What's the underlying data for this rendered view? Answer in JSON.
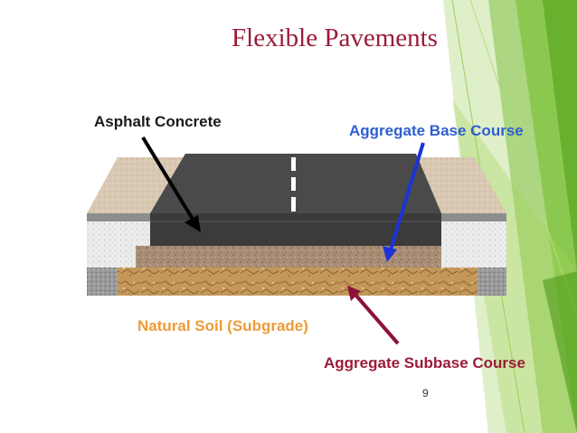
{
  "slide": {
    "title": "Flexible Pavements",
    "page_number": "9"
  },
  "labels": {
    "asphalt": "Asphalt Concrete",
    "base": "Aggregate Base Course",
    "soil": "Natural Soil (Subgrade)",
    "subbase": "Aggregate Subbase Course"
  },
  "colors": {
    "title": "#9b1c3a",
    "asphalt_label": "#1a1a1a",
    "base_label": "#2f5fd0",
    "soil_label": "#ee9b36",
    "subbase_label": "#9b1c3a",
    "accent_green": "#7dc23a"
  }
}
